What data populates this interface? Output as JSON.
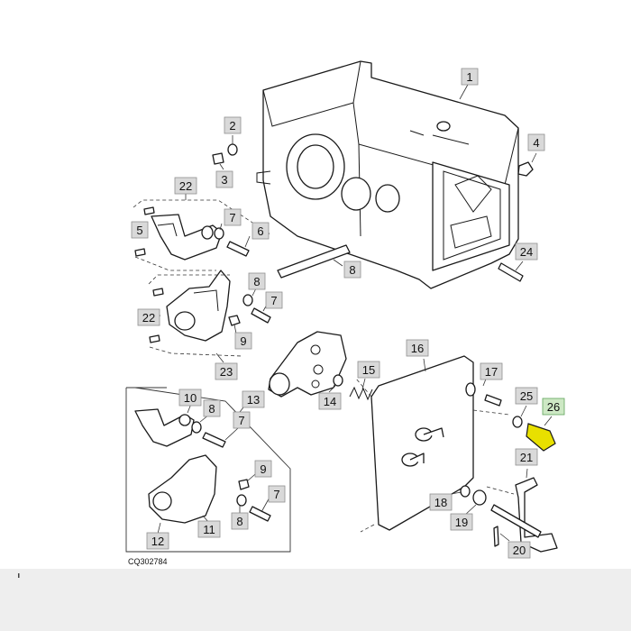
{
  "reference_code": "CQ302784",
  "highlight_color": "#e8e000",
  "callouts": [
    {
      "label": "1"
    },
    {
      "label": "2"
    },
    {
      "label": "3"
    },
    {
      "label": "4"
    },
    {
      "label": "24"
    },
    {
      "label": "8"
    },
    {
      "label": "22"
    },
    {
      "label": "7"
    },
    {
      "label": "5"
    },
    {
      "label": "6"
    },
    {
      "label": "8"
    },
    {
      "label": "7"
    },
    {
      "label": "22"
    },
    {
      "label": "9"
    },
    {
      "label": "16"
    },
    {
      "label": "15"
    },
    {
      "label": "17"
    },
    {
      "label": "23"
    },
    {
      "label": "14"
    },
    {
      "label": "25"
    },
    {
      "label": "26"
    },
    {
      "label": "10"
    },
    {
      "label": "8"
    },
    {
      "label": "13"
    },
    {
      "label": "7"
    },
    {
      "label": "21"
    },
    {
      "label": "9"
    },
    {
      "label": "7"
    },
    {
      "label": "18"
    },
    {
      "label": "19"
    },
    {
      "label": "8"
    },
    {
      "label": "11"
    },
    {
      "label": "12"
    },
    {
      "label": "20"
    }
  ]
}
